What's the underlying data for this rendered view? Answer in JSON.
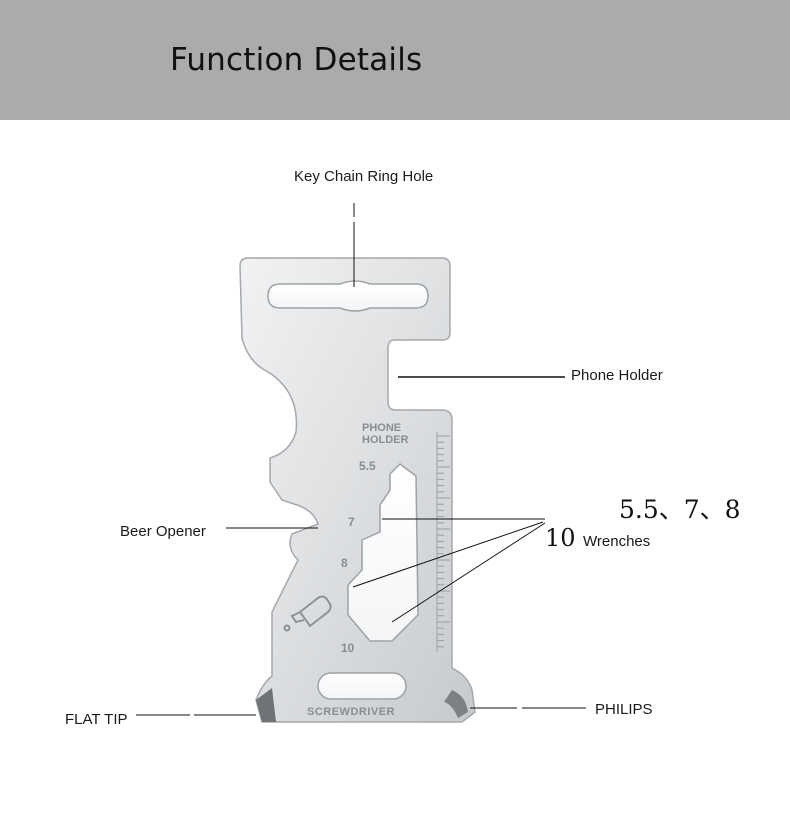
{
  "header": {
    "title": "Function Details",
    "background": "#ababab"
  },
  "callouts": {
    "key_chain": "Key Chain Ring Hole",
    "phone_holder": "Phone Holder",
    "beer_opener": "Beer Opener",
    "wrench_sizes": "5.5、7、8",
    "wrench_ten": "10",
    "wrenches": "Wrenches",
    "flat_tip": "FLAT TIP",
    "philips": "PHILIPS"
  },
  "tool_engraving": {
    "phone_line1": "PHONE",
    "phone_line2": "HOLDER",
    "size_55": "5.5",
    "size_7": "7",
    "size_8": "8",
    "size_10": "10",
    "screwdriver": "SCREWDRIVER"
  },
  "colors": {
    "steel_light": "#e6e8ea",
    "steel_dark": "#a9acb0",
    "leader_line": "#111111"
  }
}
